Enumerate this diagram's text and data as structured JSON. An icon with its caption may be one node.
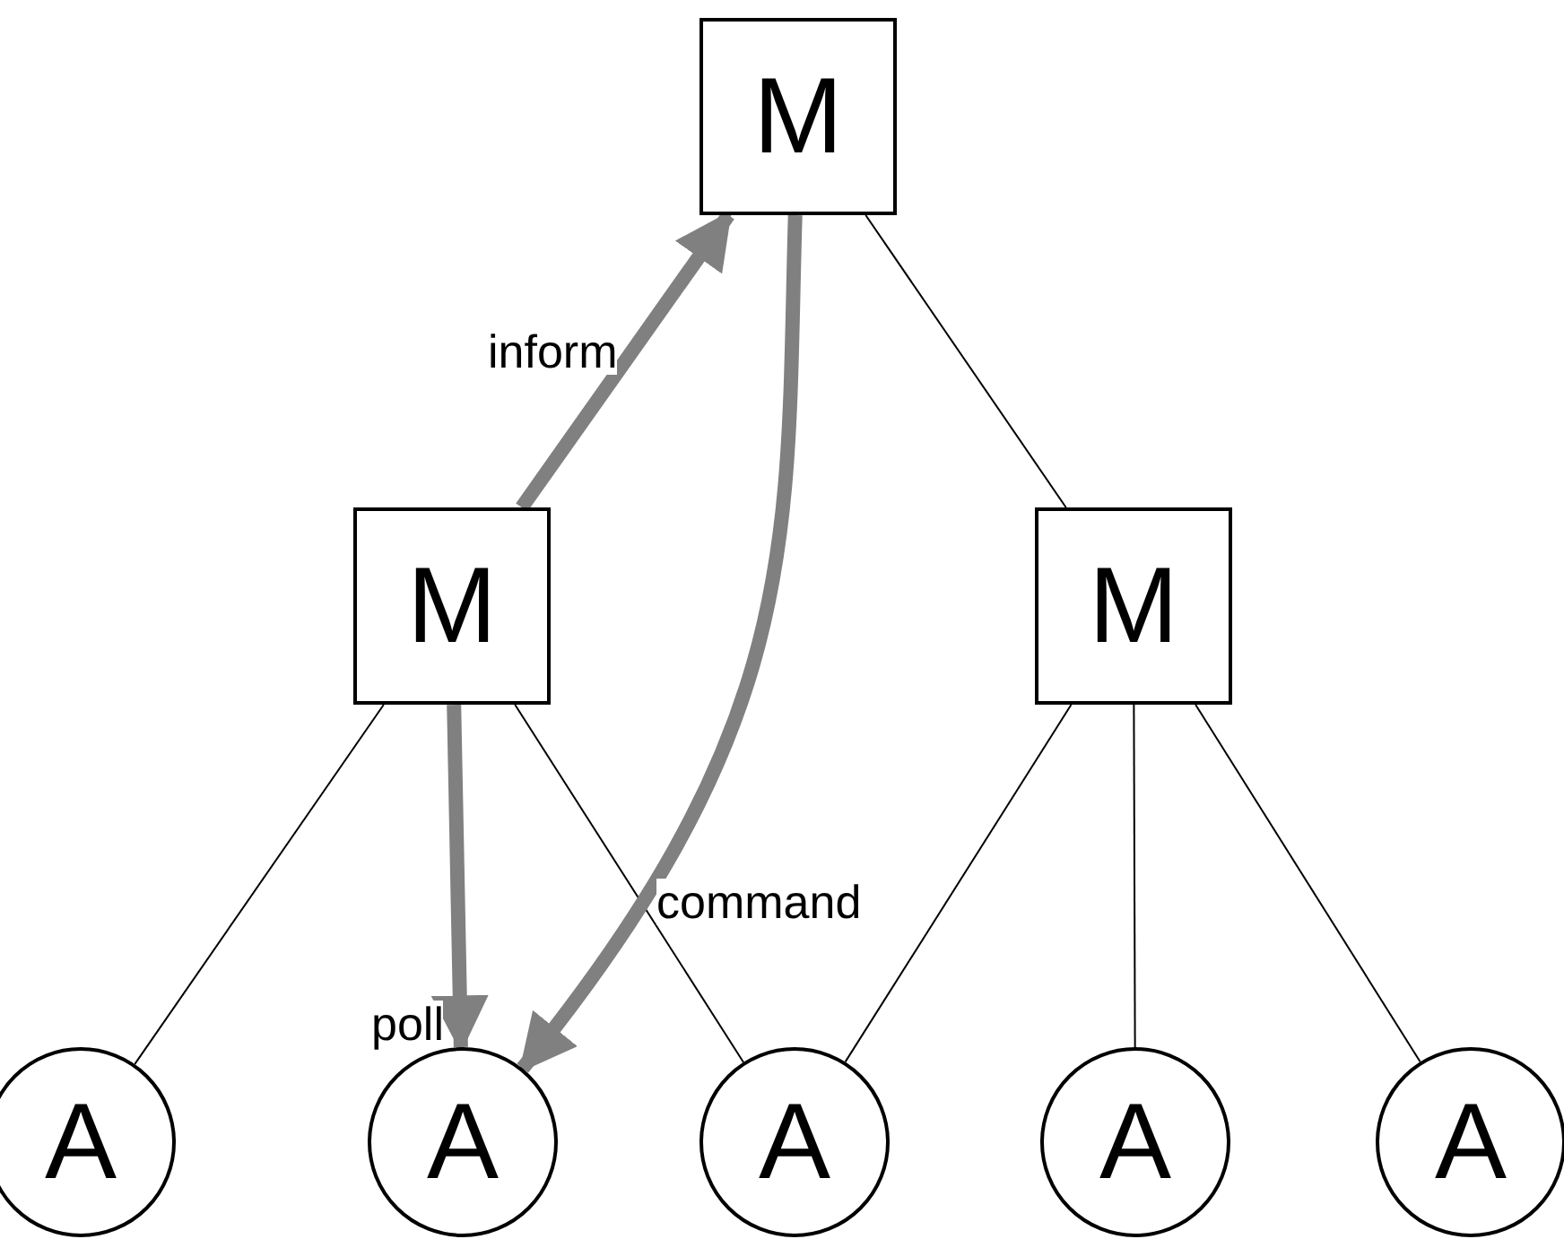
{
  "diagram": {
    "nodes": [
      {
        "text": [
          "M"
        ]
      },
      {
        "text": [
          "M"
        ]
      },
      {
        "text": [
          "M"
        ]
      },
      {
        "text": [
          "A"
        ]
      },
      {
        "text": [
          "A"
        ]
      },
      {
        "text": [
          "A"
        ]
      },
      {
        "text": [
          "A"
        ]
      },
      {
        "text": [
          "A"
        ]
      }
    ],
    "edges": [
      {
        "from": 0,
        "to": 2,
        "arrow": "none"
      },
      {
        "from": 1,
        "to": 3,
        "arrow": "none"
      },
      {
        "from": 1,
        "to": 5,
        "arrow": "none"
      },
      {
        "from": 2,
        "to": 5,
        "arrow": "none"
      },
      {
        "from": 2,
        "to": 6,
        "arrow": "none"
      },
      {
        "from": 2,
        "to": 7,
        "arrow": "none"
      },
      {
        "from": 1,
        "to": 0,
        "arrow": "to",
        "label": "inform",
        "style": "thick",
        "color": "#808080"
      },
      {
        "from": 0,
        "to": 4,
        "arrow": "to",
        "label": "command",
        "style": "thick",
        "color": "#808080"
      },
      {
        "from": 1,
        "to": 4,
        "arrow": "to",
        "label": "poll",
        "style": "thick",
        "color": "#808080"
      }
    ]
  }
}
